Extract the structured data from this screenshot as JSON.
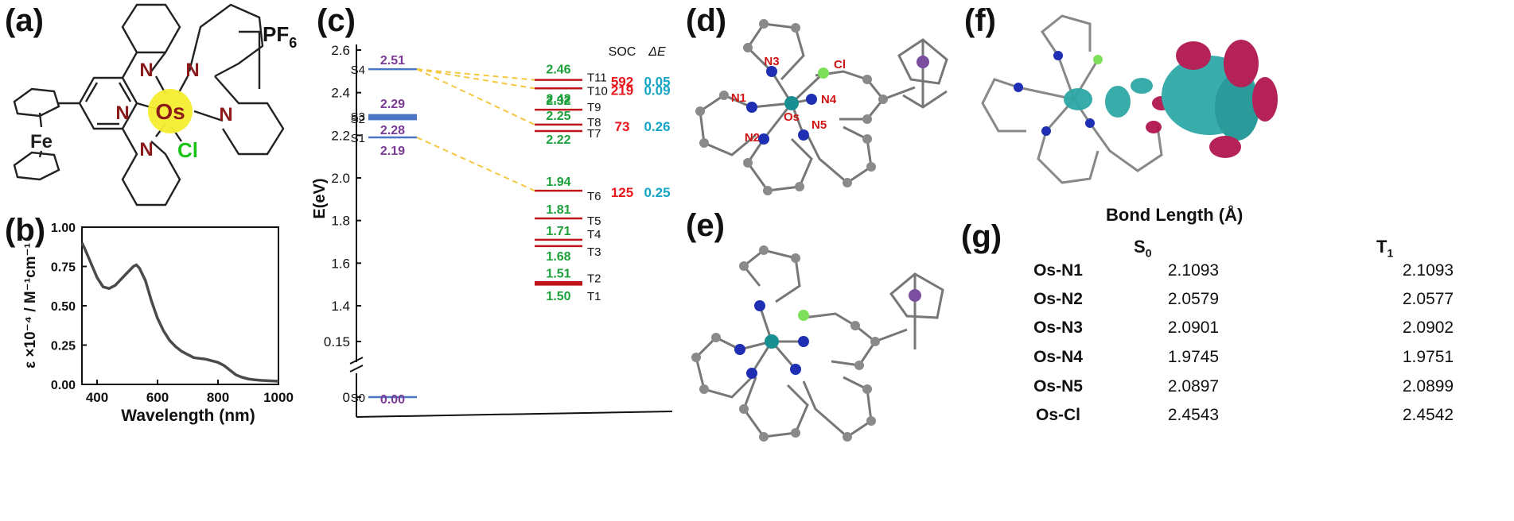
{
  "panels": {
    "a": "(a)",
    "b": "(b)",
    "c": "(c)",
    "d": "(d)",
    "e": "(e)",
    "f": "(f)",
    "g": "(g)"
  },
  "structure": {
    "counterion": "PF",
    "counterion_sub": "6",
    "metal": "Os",
    "halide": "Cl",
    "iron": "Fe",
    "nitrogen": "N"
  },
  "chart_data": [
    {
      "type": "line",
      "panel": "b",
      "xlabel": "Wavelength (nm)",
      "ylabel": "ε ×10⁻⁴ / M⁻¹cm⁻¹",
      "xlim": [
        350,
        1000
      ],
      "ylim": [
        0,
        1
      ],
      "xticks": [
        400,
        600,
        800,
        1000
      ],
      "yticks": [
        "0.00",
        "0.25",
        "0.50",
        "0.75",
        "1.00"
      ],
      "x": [
        350,
        360,
        380,
        400,
        420,
        440,
        460,
        480,
        500,
        520,
        530,
        540,
        560,
        580,
        600,
        620,
        640,
        660,
        680,
        700,
        720,
        740,
        760,
        780,
        800,
        820,
        840,
        860,
        880,
        900,
        920,
        940,
        960,
        980,
        1000
      ],
      "y": [
        0.9,
        0.86,
        0.77,
        0.68,
        0.62,
        0.61,
        0.63,
        0.67,
        0.71,
        0.75,
        0.76,
        0.74,
        0.66,
        0.53,
        0.42,
        0.34,
        0.28,
        0.24,
        0.21,
        0.19,
        0.17,
        0.165,
        0.16,
        0.15,
        0.14,
        0.12,
        0.09,
        0.06,
        0.045,
        0.035,
        0.03,
        0.026,
        0.024,
        0.022,
        0.02
      ]
    },
    {
      "type": "energy-level",
      "panel": "c",
      "ylabel": "E(eV)",
      "yticks_upper": [
        "1.4",
        "1.6",
        "1.8",
        "2.0",
        "2.2",
        "2.4",
        "2.6"
      ],
      "yticks_lower": [
        "0",
        "0.15"
      ],
      "columns": [
        "SOC",
        "ΔE"
      ],
      "singlets": [
        {
          "name": "S4",
          "energy": 2.51,
          "label": "2.51"
        },
        {
          "name": "S3",
          "energy": 2.29,
          "label": "2.29"
        },
        {
          "name": "S2",
          "energy": 2.28,
          "label": "2.28"
        },
        {
          "name": "S1",
          "energy": 2.19,
          "label": "2.19"
        },
        {
          "name": "S0",
          "energy": 0.0,
          "label": "0.00"
        }
      ],
      "triplets": [
        {
          "name": "T11",
          "energy": 2.46,
          "label": "2.46"
        },
        {
          "name": "T10",
          "energy": 2.42,
          "label": "2.42"
        },
        {
          "name": "T9",
          "energy": 2.32,
          "label": "2.32"
        },
        {
          "name": "T8",
          "energy": 2.25,
          "label": "2.25"
        },
        {
          "name": "T7",
          "energy": 2.22,
          "label": "2.22"
        },
        {
          "name": "T6",
          "energy": 1.94,
          "label": "1.94"
        },
        {
          "name": "T5",
          "energy": 1.81,
          "label": "1.81"
        },
        {
          "name": "T4",
          "energy": 1.71,
          "label": "1.71"
        },
        {
          "name": "T3",
          "energy": 1.68,
          "label": "1.68"
        },
        {
          "name": "T2",
          "energy": 1.51,
          "label": "1.51"
        },
        {
          "name": "T1",
          "energy": 1.5,
          "label": "1.50"
        }
      ],
      "couplings": [
        {
          "from": "S4",
          "to": "T11",
          "soc": "592",
          "dE": "0.05"
        },
        {
          "from": "S4",
          "to": "T10",
          "soc": "219",
          "dE": "0.09"
        },
        {
          "from": "S4",
          "to": "T8",
          "soc": "73",
          "dE": "0.26"
        },
        {
          "from": "S1",
          "to": "T6",
          "soc": "125",
          "dE": "0.25"
        }
      ],
      "colors": {
        "singlet": "#4a74c4",
        "triplet": "#c0141c",
        "singlet_text": "#7b3a96",
        "triplet_text": "#1ba03a",
        "soc": "#e8151b",
        "dE": "#17a5c5",
        "link": "#f5c842"
      }
    }
  ],
  "molecule_labels": {
    "d": [
      "N3",
      "Cl",
      "N1",
      "N4",
      "Os",
      "N5",
      "N2"
    ]
  },
  "bond_table": {
    "title": "Bond Length (Å)",
    "col_s": "S",
    "col_s_sub": "0",
    "col_t": "T",
    "col_t_sub": "1",
    "rows": [
      {
        "bond": "Os-N1",
        "s0": "2.1093",
        "t1": "2.1093"
      },
      {
        "bond": "Os-N2",
        "s0": "2.0579",
        "t1": "2.0577"
      },
      {
        "bond": "Os-N3",
        "s0": "2.0901",
        "t1": "2.0902"
      },
      {
        "bond": "Os-N4",
        "s0": "1.9745",
        "t1": "1.9751"
      },
      {
        "bond": "Os-N5",
        "s0": "2.0897",
        "t1": "2.0899"
      },
      {
        "bond": "Os-Cl",
        "s0": "2.4543",
        "t1": "2.4542"
      }
    ]
  }
}
